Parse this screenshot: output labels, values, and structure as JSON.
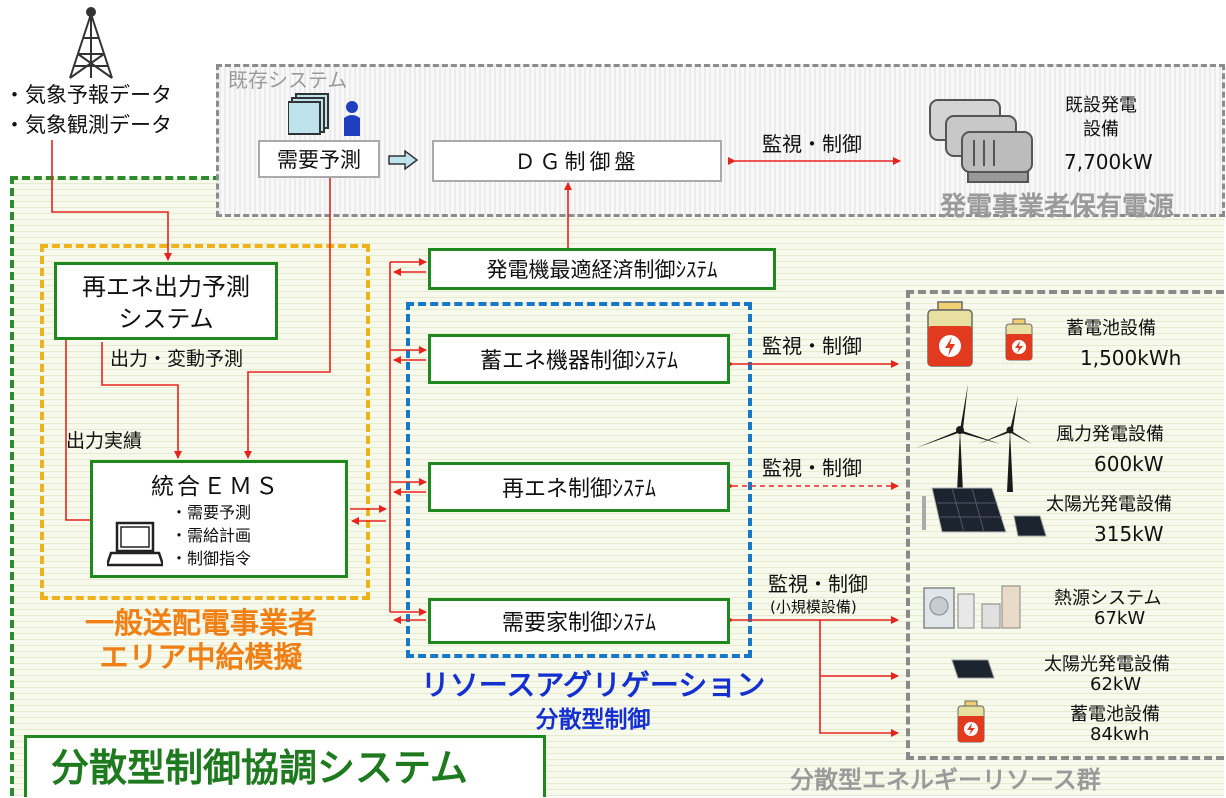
{
  "weather": {
    "forecast": "・気象予報データ",
    "observation": "・気象観測データ"
  },
  "legacy": {
    "label": "既存システム",
    "demand_forecast": "需要予測",
    "dg_panel": "ＤＧ制御盤",
    "monitor_control": "監視・制御",
    "generator_title_1": "既設発電",
    "generator_title_2": "設備",
    "generator_capacity": "7,700kW",
    "owner_label": "発電事業者保有電源"
  },
  "tso": {
    "renewable_forecast_1": "再エネ出力予測",
    "renewable_forecast_2": "システム",
    "output_fluctuation": "出力・変動予測",
    "output_actual": "出力実績",
    "ems_title": "統合ＥＭＳ",
    "ems_items": [
      "・需要予測",
      "・需給計画",
      "・制御指令"
    ],
    "label_line1": "一般送配電事業者",
    "label_line2": "エリア中給模擬"
  },
  "systems": {
    "generator_opt": "発電機最適経済制御ｼｽﾃﾑ",
    "storage_ctrl": "蓄エネ機器制御ｼｽﾃﾑ",
    "renewable_ctrl": "再エネ制御ｼｽﾃﾑ",
    "consumer_ctrl": "需要家制御ｼｽﾃﾑ"
  },
  "links": {
    "storage": "監視・制御",
    "renewable": "監視・制御",
    "consumer": "監視・制御",
    "consumer_note": "(小規模設備)"
  },
  "aggregation": {
    "line1": "リソースアグリゲーション",
    "line2": "分散型制御"
  },
  "resources": {
    "battery_name": "蓄電池設備",
    "battery_capacity": "1,500kWh",
    "wind_name": "風力発電設備",
    "wind_capacity": "600kW",
    "solar_name": "太陽光発電設備",
    "solar_capacity": "315kW",
    "heat_name": "熱源システム",
    "heat_capacity": "67kW",
    "solar_small_name": "太陽光発電設備",
    "solar_small_capacity": "62kW",
    "battery_small_name": "蓄電池設備",
    "battery_small_capacity": "84kwh",
    "group_label": "分散型エネルギーリソース群"
  },
  "main_title": "分散型制御協調システム",
  "colors": {
    "green": "#1e8a1e",
    "red": "#e8231e",
    "orange": "#f07f14",
    "blue": "#1430d0",
    "grey": "#9a9a9a"
  },
  "icons": [
    "antenna-tower-icon",
    "document-stack-icon",
    "person-icon",
    "arrow-right-icon",
    "generator-icon",
    "computer-icon",
    "battery-icon",
    "wind-turbine-icon",
    "solar-panel-icon",
    "heat-pump-icon"
  ]
}
